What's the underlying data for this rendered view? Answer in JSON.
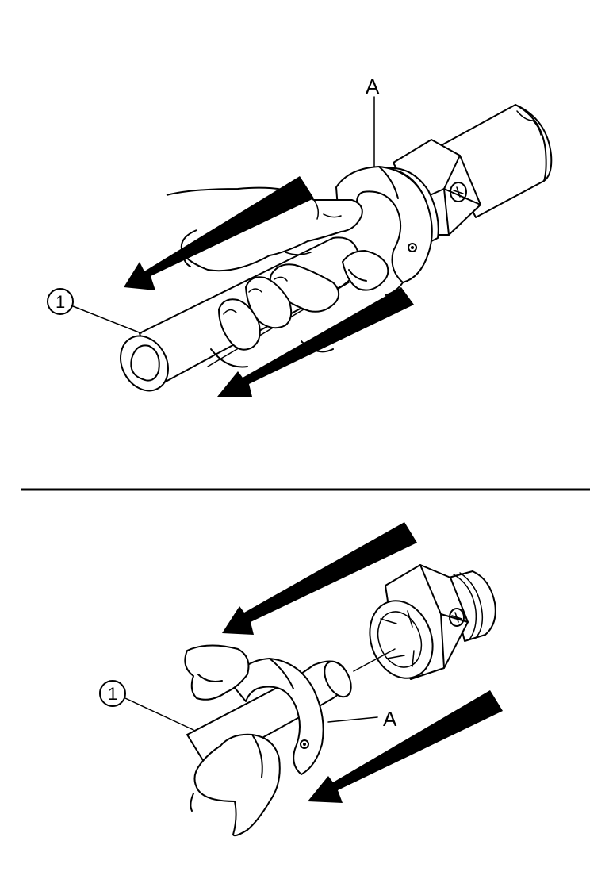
{
  "panels": [
    {
      "label_a": "A",
      "callout_number": "1"
    },
    {
      "label_a": "A",
      "callout_number": "1"
    }
  ]
}
